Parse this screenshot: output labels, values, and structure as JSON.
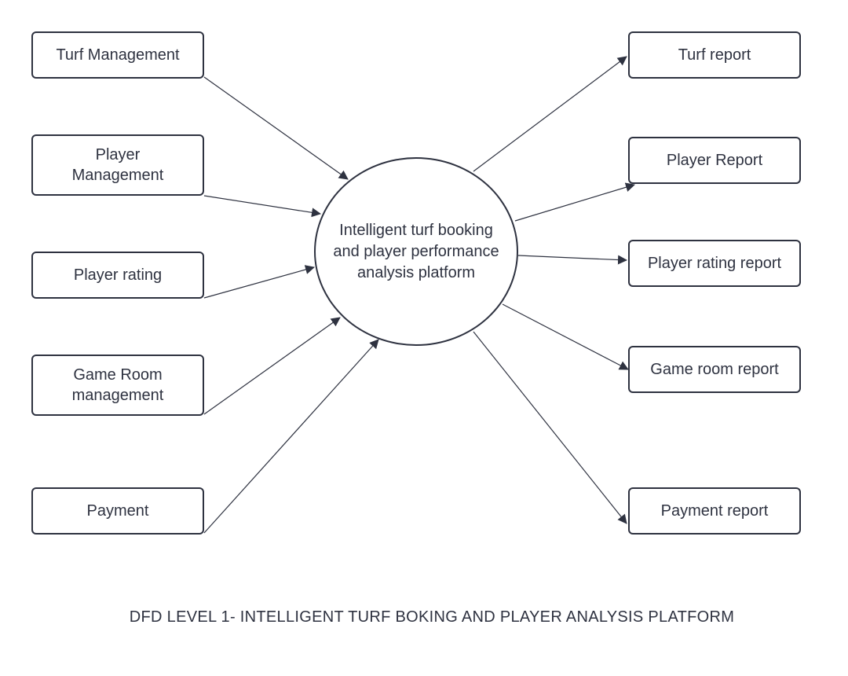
{
  "diagram": {
    "center_process": "Intelligent turf booking\nand player performance\nanalysis platform",
    "inputs": [
      "Turf Management",
      "Player\nManagement",
      "Player rating",
      "Game Room\nmanagement",
      "Payment"
    ],
    "outputs": [
      "Turf report",
      "Player Report",
      "Player rating report",
      "Game room report",
      "Payment report"
    ],
    "caption": "DFD LEVEL 1- INTELLIGENT TURF BOKING AND PLAYER ANALYSIS PLATFORM",
    "colors": {
      "stroke": "#2e3240",
      "background": "#ffffff"
    }
  }
}
